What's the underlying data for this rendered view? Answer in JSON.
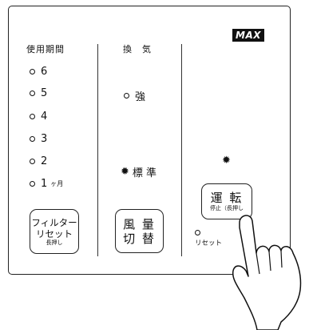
{
  "brand": "MAX",
  "columns": {
    "usage": {
      "header": "使用期間",
      "levels": [
        "6",
        "5",
        "4",
        "3",
        "2",
        "1"
      ],
      "month_suffix": "ヶ月"
    },
    "ventilation": {
      "header": "換　気",
      "strong_label": "強",
      "standard_label": "標 準"
    }
  },
  "buttons": {
    "filter_reset": {
      "line1": "フィルター",
      "line2": "リセット",
      "sub": "長押し"
    },
    "airflow_switch": {
      "line1": "風 量",
      "line2": "切 替"
    },
    "run": {
      "line1": "運 転",
      "sub": "停止（長押し"
    }
  },
  "reset_indicator_label": "リセット",
  "glyphs": {
    "sun": "✹"
  }
}
